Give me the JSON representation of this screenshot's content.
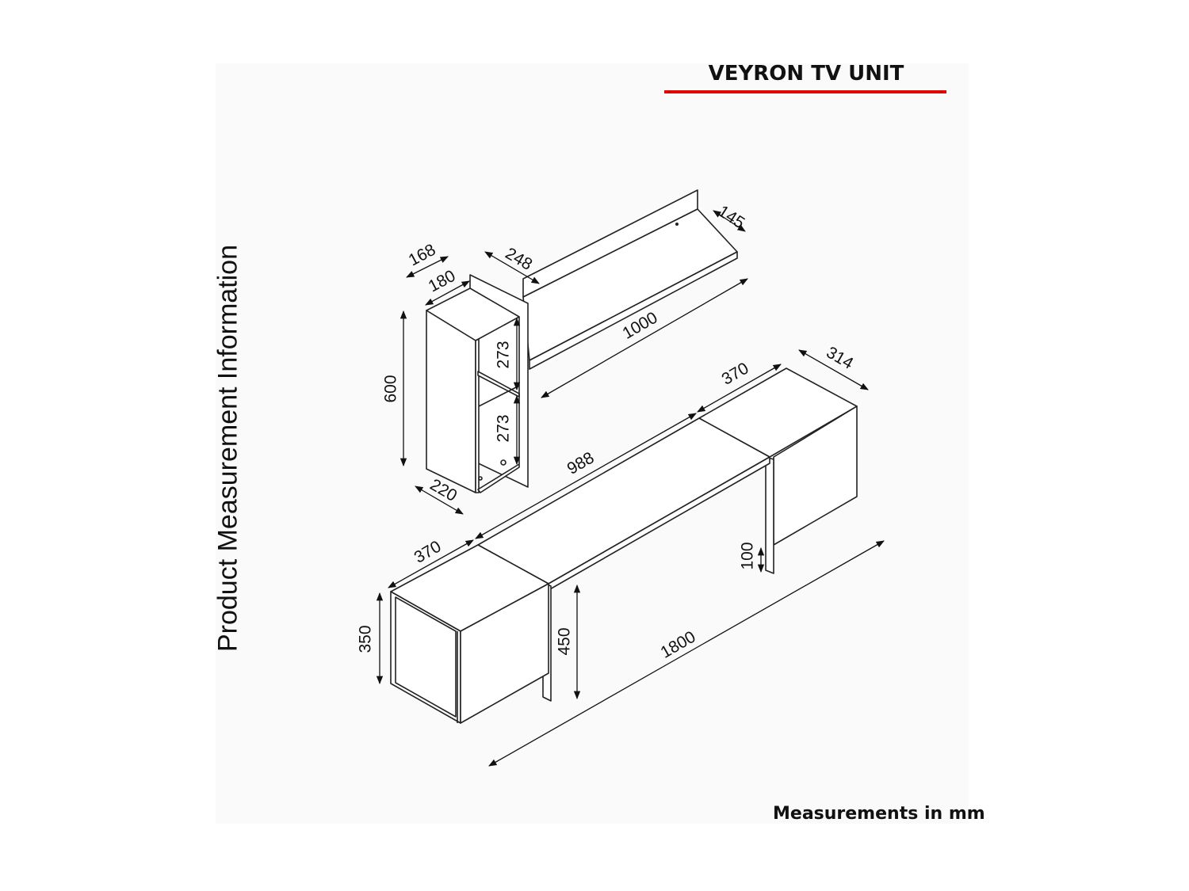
{
  "header": {
    "title": "VEYRON TV UNIT",
    "accent_color": "#e00000"
  },
  "side_label": "Product Measurement Information",
  "footer": {
    "units_note": "Measurements in mm"
  },
  "dimensions": {
    "shelf_depth": "145",
    "shelf_width": "1000",
    "shelf_height": "248",
    "cabinet_top_depth": "168",
    "cabinet_depth": "180",
    "cabinet_height": "600",
    "upper_compartment": "273",
    "lower_compartment": "273",
    "cabinet_bottom_width": "220",
    "unit_depth": "314",
    "right_box_width": "370",
    "middle_length": "988",
    "left_box_width": "370",
    "box_height": "350",
    "leg_height": "450",
    "floor_clearance": "100",
    "total_length": "1800"
  }
}
